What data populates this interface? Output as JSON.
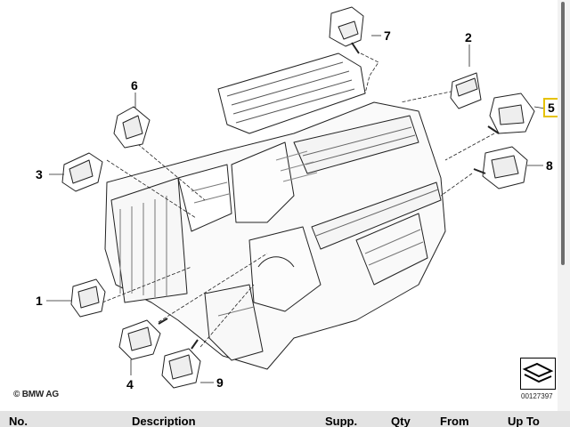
{
  "diagram": {
    "callouts": [
      {
        "id": "1",
        "label": "1"
      },
      {
        "id": "2",
        "label": "2"
      },
      {
        "id": "3",
        "label": "3"
      },
      {
        "id": "4",
        "label": "4"
      },
      {
        "id": "5",
        "label": "5",
        "highlighted": true
      },
      {
        "id": "6",
        "label": "6"
      },
      {
        "id": "7",
        "label": "7"
      },
      {
        "id": "8",
        "label": "8"
      },
      {
        "id": "9",
        "label": "9"
      }
    ],
    "copyright": "© BMW AG",
    "diagram_number": "00127397",
    "highlight_color": "#e6c200"
  },
  "table": {
    "headers": [
      "No.",
      "Description",
      "Supp.",
      "Qty",
      "From",
      "Up To"
    ]
  }
}
